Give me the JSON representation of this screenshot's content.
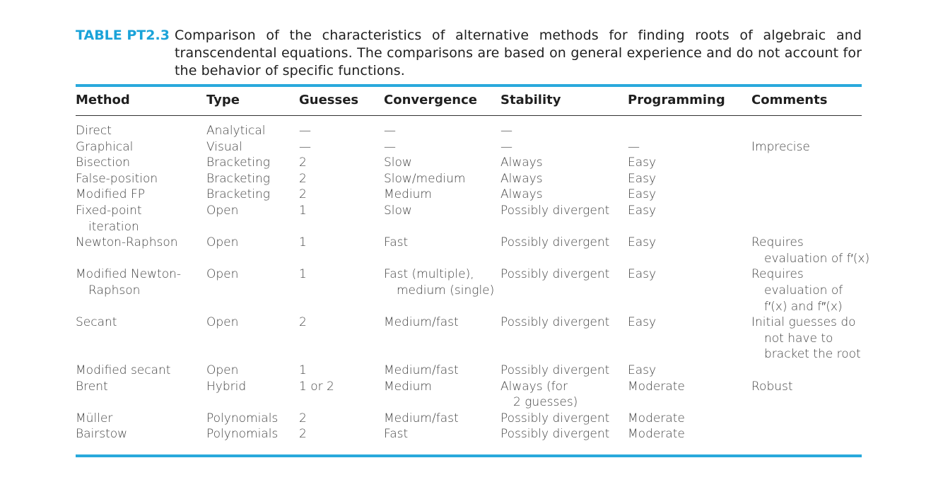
{
  "caption": {
    "label": "TABLE PT2.3",
    "text": "Comparison of the characteristics of alternative methods for finding roots of algebraic and transcendental equations. The comparisons are based on general experience and do not account for the behavior of specific functions."
  },
  "table": {
    "headers": [
      "Method",
      "Type",
      "Guesses",
      "Convergence",
      "Stability",
      "Programming",
      "Comments"
    ],
    "rows": [
      {
        "lines": 1,
        "cells": [
          [
            "Direct"
          ],
          [
            "Analytical"
          ],
          [
            "—"
          ],
          [
            "—"
          ],
          [
            "—"
          ],
          [],
          []
        ]
      },
      {
        "lines": 1,
        "cells": [
          [
            "Graphical"
          ],
          [
            "Visual"
          ],
          [
            "—"
          ],
          [
            "—"
          ],
          [
            "—"
          ],
          [
            "—"
          ],
          [
            "Imprecise"
          ]
        ]
      },
      {
        "lines": 1,
        "cells": [
          [
            "Bisection"
          ],
          [
            "Bracketing"
          ],
          [
            "2"
          ],
          [
            "Slow"
          ],
          [
            "Always"
          ],
          [
            "Easy"
          ],
          []
        ]
      },
      {
        "lines": 1,
        "cells": [
          [
            "False-position"
          ],
          [
            "Bracketing"
          ],
          [
            "2"
          ],
          [
            "Slow/medium"
          ],
          [
            "Always"
          ],
          [
            "Easy"
          ],
          []
        ]
      },
      {
        "lines": 1,
        "cells": [
          [
            "Modified FP"
          ],
          [
            "Bracketing"
          ],
          [
            "2"
          ],
          [
            "Medium"
          ],
          [
            "Always"
          ],
          [
            "Easy"
          ],
          []
        ]
      },
      {
        "lines": 2,
        "cells": [
          [
            "Fixed-point",
            "iteration"
          ],
          [
            "Open"
          ],
          [
            "1"
          ],
          [
            "Slow"
          ],
          [
            "Possibly divergent"
          ],
          [
            "Easy"
          ],
          []
        ]
      },
      {
        "lines": 2,
        "cells": [
          [
            "Newton-Raphson"
          ],
          [
            "Open"
          ],
          [
            "1"
          ],
          [
            "Fast"
          ],
          [
            "Possibly divergent"
          ],
          [
            "Easy"
          ],
          [
            "Requires",
            "evaluation of f′(x)"
          ]
        ]
      },
      {
        "lines": 3,
        "cells": [
          [
            "Modified Newton-",
            "Raphson"
          ],
          [
            "Open"
          ],
          [
            "1"
          ],
          [
            "Fast (multiple),",
            "medium (single)"
          ],
          [
            "Possibly divergent"
          ],
          [
            "Easy"
          ],
          [
            "Requires",
            "evaluation of",
            "f′(x) and f″(x)"
          ]
        ]
      },
      {
        "lines": 3,
        "cells": [
          [
            "Secant"
          ],
          [
            "Open"
          ],
          [
            "2"
          ],
          [
            "Medium/fast"
          ],
          [
            "Possibly divergent"
          ],
          [
            "Easy"
          ],
          [
            "Initial guesses do",
            "not have to",
            "bracket the root"
          ]
        ]
      },
      {
        "lines": 1,
        "cells": [
          [
            "Modified secant"
          ],
          [
            "Open"
          ],
          [
            "1"
          ],
          [
            "Medium/fast"
          ],
          [
            "Possibly divergent"
          ],
          [
            "Easy"
          ],
          []
        ]
      },
      {
        "lines": 2,
        "cells": [
          [
            "Brent"
          ],
          [
            "Hybrid"
          ],
          [
            "1 or 2"
          ],
          [
            "Medium"
          ],
          [
            "Always (for",
            "2 guesses)"
          ],
          [
            "Moderate"
          ],
          [
            "Robust"
          ]
        ]
      },
      {
        "lines": 1,
        "cells": [
          [
            "Müller"
          ],
          [
            "Polynomials"
          ],
          [
            "2"
          ],
          [
            "Medium/fast"
          ],
          [
            "Possibly divergent"
          ],
          [
            "Moderate"
          ],
          []
        ]
      },
      {
        "lines": 1,
        "cells": [
          [
            "Bairstow"
          ],
          [
            "Polynomials"
          ],
          [
            "2"
          ],
          [
            "Fast"
          ],
          [
            "Possibly divergent"
          ],
          [
            "Moderate"
          ],
          []
        ]
      }
    ]
  },
  "colors": {
    "accent": "#1aa3d9",
    "rule": "#29a9dc"
  }
}
